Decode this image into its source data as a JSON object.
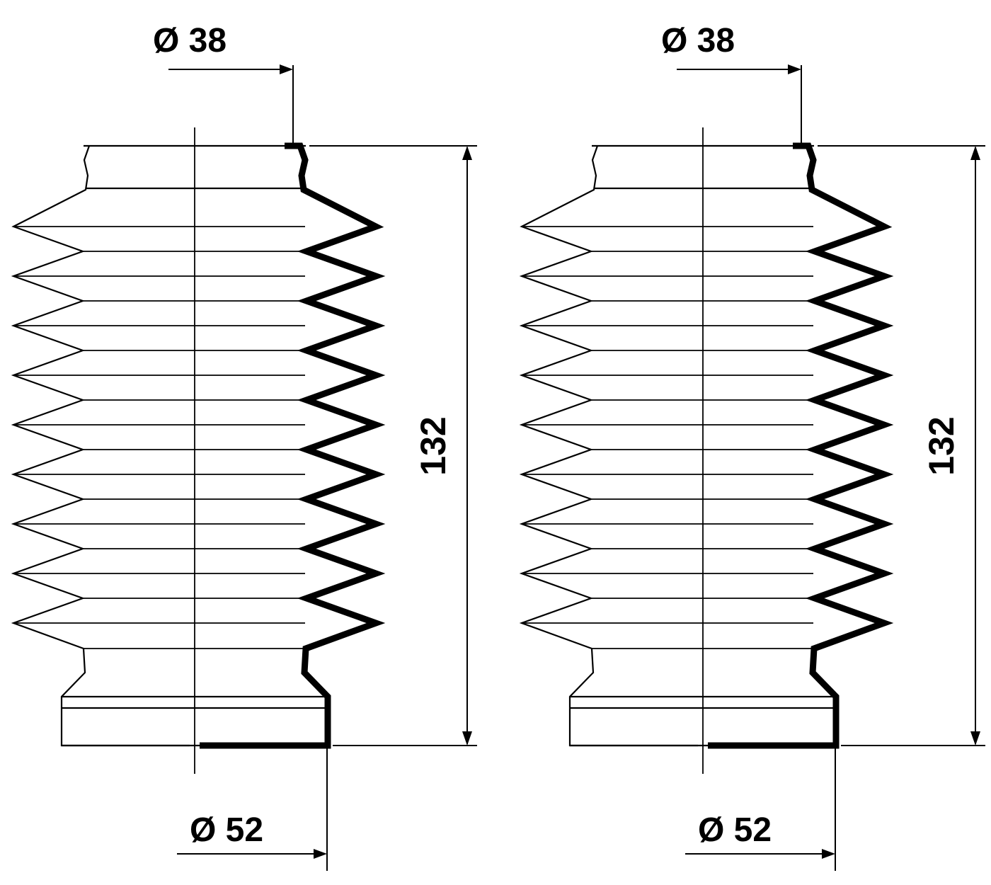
{
  "colors": {
    "line": "#000000",
    "background": "#ffffff"
  },
  "figures": [
    {
      "top_diameter": "Ø 38",
      "height": "132",
      "bottom_diameter": "Ø 52"
    },
    {
      "top_diameter": "Ø 38",
      "height": "132",
      "bottom_diameter": "Ø 52"
    }
  ]
}
